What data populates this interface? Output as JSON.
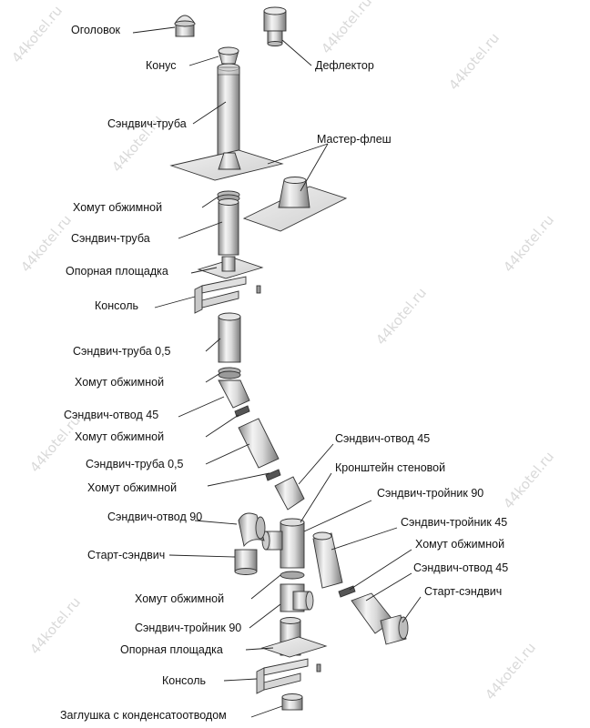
{
  "watermark": "44kotel.ru",
  "labels": {
    "ogolovok": "Оголовок",
    "konus": "Конус",
    "deflektor": "Дефлектор",
    "sendvich_truba_1": "Сэндвич-труба",
    "master_flesh": "Мастер-флеш",
    "homut_1": "Хомут обжимной",
    "sendvich_truba_2": "Сэндвич-труба",
    "opornaya_1": "Опорная площадка",
    "konsol_1": "Консоль",
    "sendvich_truba_05_1": "Сэндвич-труба 0,5",
    "homut_2": "Хомут обжимной",
    "otvod45_1": "Сэндвич-отвод 45",
    "homut_3": "Хомут обжимной",
    "sendvich_truba_05_2": "Сэндвич-труба 0,5",
    "homut_4": "Хомут обжимной",
    "otvod45_2": "Сэндвич-отвод 45",
    "kronshtein": "Кронштейн стеновой",
    "troynik90_1": "Сэндвич-тройник 90",
    "otvod90": "Сэндвич-отвод 90",
    "troynik45": "Сэндвич-тройник 45",
    "start_1": "Старт-сэндвич",
    "homut_5": "Хомут обжимной",
    "otvod45_3": "Сэндвич-отвод 45",
    "homut_6": "Хомут обжимной",
    "start_2": "Старт-сэндвич",
    "troynik90_2": "Сэндвич-тройник 90",
    "opornaya_2": "Опорная площадка",
    "konsol_2": "Консоль",
    "zaglushka": "Заглушка с конденсатоотводом"
  }
}
